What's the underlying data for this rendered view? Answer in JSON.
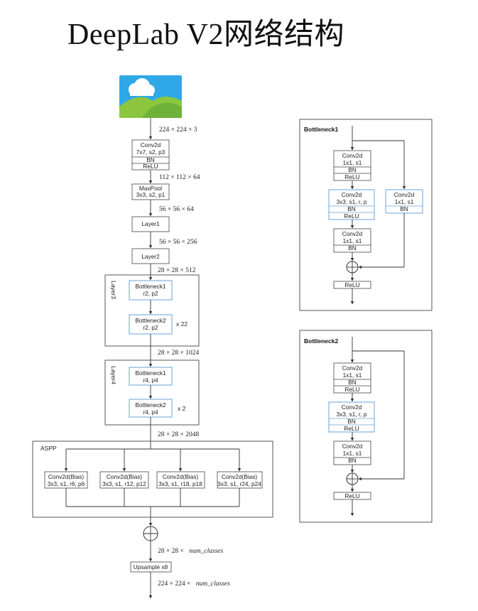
{
  "title": "DeepLab V2网络结构",
  "dims": {
    "d0": "224 × 224 × 3",
    "d1": "112 × 112 × 64",
    "d2": "56 × 56 × 64",
    "d3": "56 × 56 × 256",
    "d4": "28 × 28 × 512",
    "d5": "28 × 28 × 1024",
    "d6": "28 × 28 × 2048",
    "d7_prefix": "28 × 28 ×",
    "d7_suffix": "num_classes",
    "d8_prefix": "224 × 224 ×",
    "d8_suffix": "num_classes"
  },
  "conv1": {
    "l1": "Conv2d",
    "l2": "7x7, s2, p3",
    "l3": "BN",
    "l4": "ReLU"
  },
  "maxpool": {
    "l1": "MaxPool",
    "l2": "3x3, s2, p1"
  },
  "layer1": "Layer1",
  "layer2": "Layer2",
  "layer3": {
    "label": "Layer3",
    "b1": {
      "l1": "Bottleneck1",
      "l2": "r2, p2"
    },
    "b2": {
      "l1": "Bottleneck2",
      "l2": "r2, p2"
    },
    "repeat": "x 22"
  },
  "layer4": {
    "label": "Layer4",
    "b1": {
      "l1": "Bottleneck1",
      "l2": "r4, p4"
    },
    "b2": {
      "l1": "Bottleneck2",
      "l2": "r4, p4"
    },
    "repeat": "x 2"
  },
  "aspp": {
    "label": "ASPP",
    "branches": [
      {
        "l1": "Conv2d(Bias)",
        "l2": "3x3, s1, r6, p6"
      },
      {
        "l1": "Conv2d(Bias)",
        "l2": "3x3, s1, r12, p12"
      },
      {
        "l1": "Conv2d(Bias)",
        "l2": "3x3, s1, r18, p18"
      },
      {
        "l1": "Conv2d(Bias)",
        "l2": "3x3, s1, r24, p24"
      }
    ]
  },
  "upsample": "Upsample x8",
  "bottleneck1": {
    "title": "Bottleneck1",
    "c1": {
      "l1": "Conv2d",
      "l2": "1x1, s1",
      "l3": "BN",
      "l4": "ReLU"
    },
    "c2": {
      "l1": "Conv2d",
      "l2": "3x3, s1, r, p",
      "l3": "BN",
      "l4": "ReLU"
    },
    "c3": {
      "l1": "Conv2d",
      "l2": "1x1, s1",
      "l3": "BN"
    },
    "shortcut": {
      "l1": "Conv2d",
      "l2": "1x1, s1",
      "l3": "BN"
    },
    "relu": "ReLU"
  },
  "bottleneck2": {
    "title": "Bottleneck2",
    "c1": {
      "l1": "Conv2d",
      "l2": "1x1, s1",
      "l3": "BN",
      "l4": "ReLU"
    },
    "c2": {
      "l1": "Conv2d",
      "l2": "3x3, s1, r, p",
      "l3": "BN",
      "l4": "ReLU"
    },
    "c3": {
      "l1": "Conv2d",
      "l2": "1x1, s1",
      "l3": "BN"
    },
    "relu": "ReLU"
  }
}
